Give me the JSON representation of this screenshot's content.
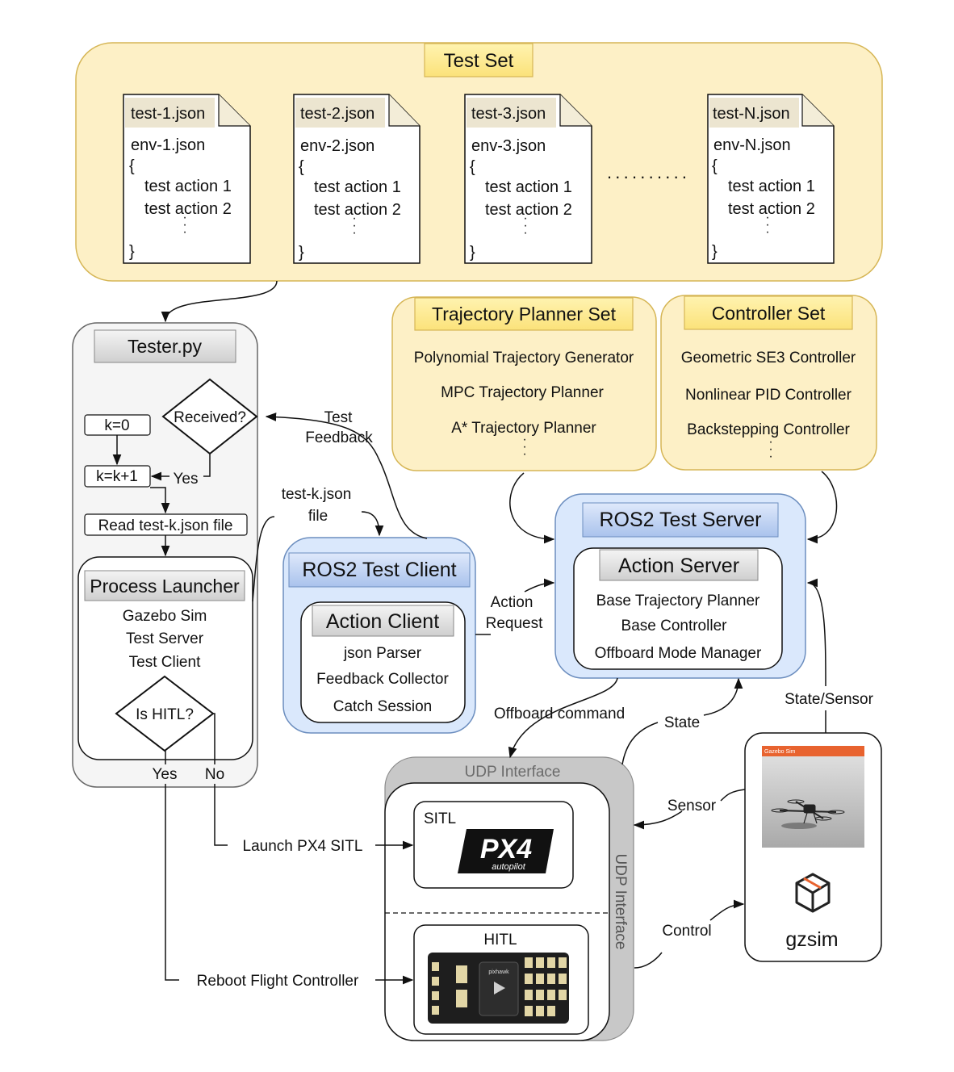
{
  "test_set": {
    "title": "Test Set",
    "files": [
      {
        "name": "test-1.json",
        "env": "env-1.json",
        "open": "{",
        "action1": "test action 1",
        "action2": "test action 2",
        "close": "}"
      },
      {
        "name": "test-2.json",
        "env": "env-2.json",
        "open": "{",
        "action1": "test action 1",
        "action2": "test action 2",
        "close": "}"
      },
      {
        "name": "test-3.json",
        "env": "env-3.json",
        "open": "{",
        "action1": "test action 1",
        "action2": "test action 2",
        "close": "}"
      },
      {
        "name": "test-N.json",
        "env": "env-N.json",
        "open": "{",
        "action1": "test action 1",
        "action2": "test action 2",
        "close": "}"
      }
    ]
  },
  "tester": {
    "title": "Tester.py",
    "received": "Received?",
    "k0": "k=0",
    "kinc": "k=k+1",
    "yes_loop": "Yes",
    "read": "Read test-k.json file",
    "launcher_title": "Process Launcher",
    "launch_items": [
      "Gazebo Sim",
      "Test Server",
      "Test Client"
    ],
    "is_hitl": "Is HITL?",
    "yes": "Yes",
    "no": "No"
  },
  "planner_set": {
    "title": "Trajectory Planner Set",
    "items": [
      "Polynomial Trajectory Generator",
      "MPC Trajectory Planner",
      "A* Trajectory Planner"
    ]
  },
  "controller_set": {
    "title": "Controller Set",
    "items": [
      "Geometric SE3 Controller",
      "Nonlinear PID Controller",
      "Backstepping Controller"
    ]
  },
  "test_client": {
    "title": "ROS2 Test Client",
    "inner_title": "Action Client",
    "items": [
      "json Parser",
      "Feedback Collector",
      "Catch Session"
    ]
  },
  "test_server": {
    "title": "ROS2 Test Server",
    "inner_title": "Action Server",
    "items": [
      "Base Trajectory Planner",
      "Base Controller",
      "Offboard Mode Manager"
    ]
  },
  "edges": {
    "test_feedback": [
      "Test",
      "Feedback"
    ],
    "test_k_file": [
      "test-k.json",
      "file"
    ],
    "action_request": [
      "Action",
      "Request"
    ],
    "offboard_command": "Offboard command",
    "state": "State",
    "state_sensor": "State/Sensor",
    "sensor": "Sensor",
    "control": "Control",
    "launch_sitl": "Launch PX4 SITL",
    "reboot": "Reboot Flight Controller"
  },
  "udp": {
    "title_top": "UDP Interface",
    "title_side": "UDP Interface",
    "sitl": "SITL",
    "hitl": "HITL",
    "px4_main": "PX4",
    "px4_sub": "autopilot",
    "board_label": "pixhawk"
  },
  "gzsim": {
    "window_title": "Gazebo Sim",
    "label": "gzsim"
  },
  "colors": {
    "test_set_fill": "#fdf0c6",
    "test_set_stroke": "#d6b656",
    "title_fill": "#ffe98e",
    "file_fill": "#ffffff",
    "ros_fill": "#dae8fc",
    "ros_stroke": "#6c8ebf",
    "tester_fill": "#f5f5f5",
    "tester_stroke": "#666666",
    "udp_fill": "#c8c8c8"
  }
}
